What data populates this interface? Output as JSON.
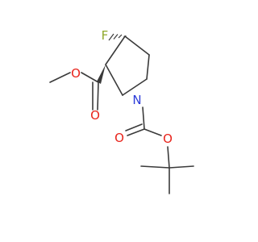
{
  "molecule": {
    "atoms": {
      "fluorine": "F",
      "nitrogen": "N",
      "ester_carbonyl_oxygen": "O",
      "ester_ether_oxygen": "O",
      "carbamate_carbonyl_oxygen": "O",
      "carbamate_ether_oxygen": "O"
    },
    "colors": {
      "bond": "#3a3a3a",
      "fluorine": "#8fa82a",
      "oxygen": "#e8231b",
      "nitrogen": "#2b3bd9"
    }
  }
}
